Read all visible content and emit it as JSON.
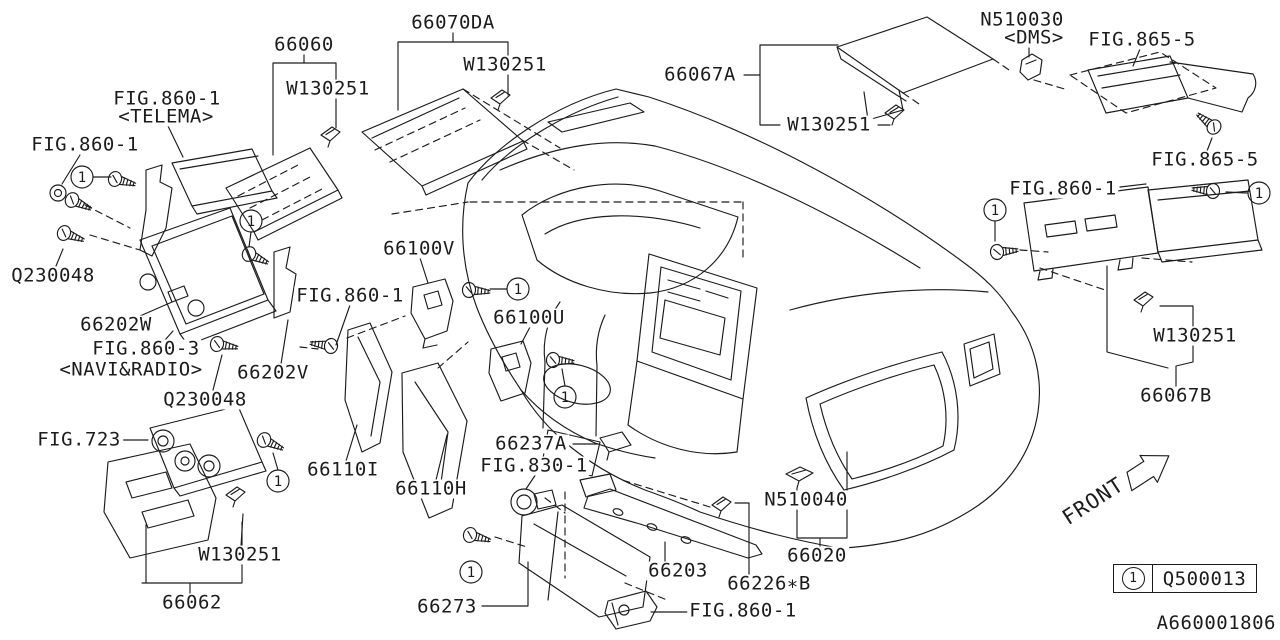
{
  "symbols": {
    "circle1": "1"
  },
  "legend": {
    "index": "1",
    "part_number": "Q500013"
  },
  "title_block": {
    "drawing_number": "A660001806"
  },
  "front": {
    "label": "FRONT"
  },
  "labels": {
    "fig860_1_topleft": "FIG.860-1",
    "q230048_topleft": "Q230048",
    "telema_fig": "FIG.860-1",
    "telema_sub": "<TELEMA>",
    "p66060": "66060",
    "w130251_66060": "W130251",
    "p66070da": "66070DA",
    "w130251_66070da": "W130251",
    "p66067a": "66067A",
    "w130251_66067a": "W130251",
    "n510030": "N510030",
    "dms": "<DMS>",
    "fig865_5_top": "FIG.865-5",
    "fig865_5_bottom": "FIG.865-5",
    "fig860_1_right": "FIG.860-1",
    "w130251_right": "W130251",
    "p66067b": "66067B",
    "p66202w": "66202W",
    "fig860_3": "FIG.860-3",
    "navi_radio": "<NAVI&RADIO>",
    "q230048_mid": "Q230048",
    "p66202v": "66202V",
    "fig860_1_mid": "FIG.860-1",
    "p66100v": "66100V",
    "p66100u": "66100U",
    "fig723": "FIG.723",
    "p66110i": "66110I",
    "p66110h": "66110H",
    "w130251_66062": "W130251",
    "p66062": "66062",
    "p66237a": "66237A",
    "fig830_1": "FIG.830-1",
    "p66273": "66273",
    "p66203": "66203",
    "p66226b": "66226∗B",
    "fig860_1_bottom": "FIG.860-1",
    "n510040": "N510040",
    "p66020": "66020"
  }
}
